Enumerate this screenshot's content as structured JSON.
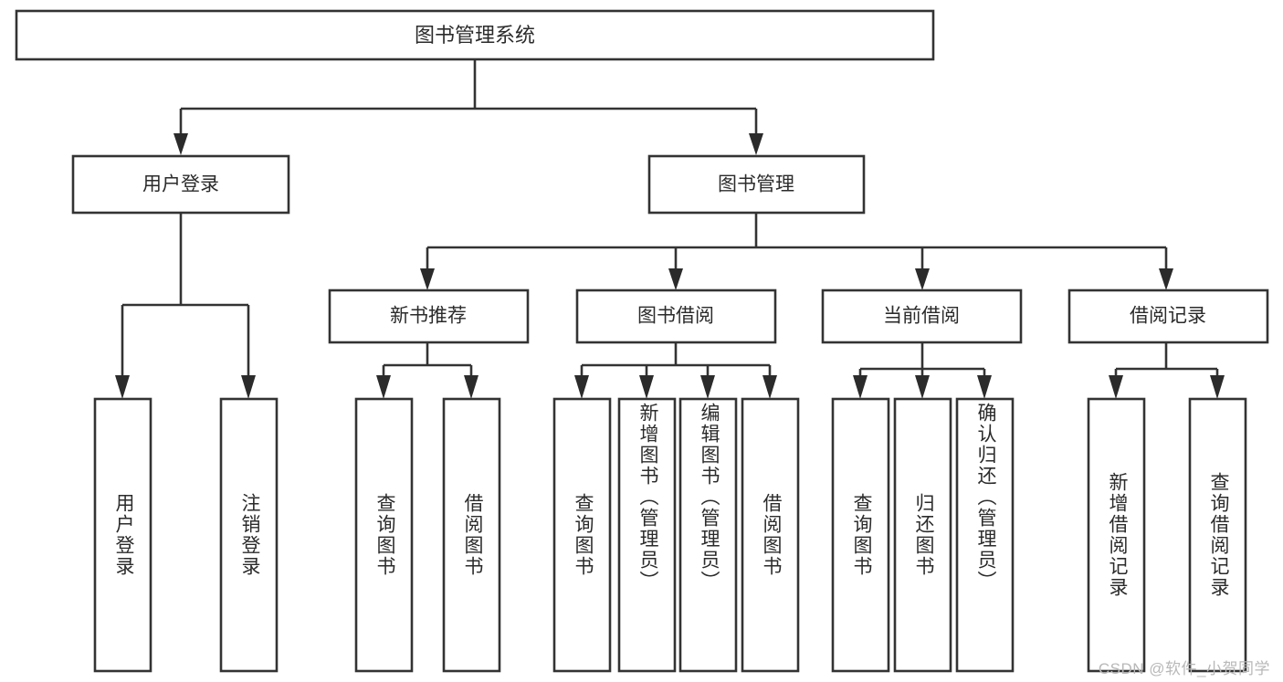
{
  "diagram": {
    "title": "图书管理系统",
    "type": "tree",
    "orientation": "top-down",
    "colors": {
      "box_stroke": "#333333",
      "box_fill": "#ffffff",
      "text": "#2b2b2b",
      "background": "#ffffff",
      "watermark": "#b8b8b8"
    },
    "root": {
      "label": "图书管理系统"
    },
    "level2": [
      {
        "label": "用户登录"
      },
      {
        "label": "图书管理"
      }
    ],
    "level3": [
      {
        "label": "新书推荐"
      },
      {
        "label": "图书借阅"
      },
      {
        "label": "当前借阅"
      },
      {
        "label": "借阅记录"
      }
    ],
    "leaves": {
      "user_login": [
        {
          "label": "用户登录"
        },
        {
          "label": "注销登录"
        }
      ],
      "new_book_recommend": [
        {
          "label": "查询图书"
        },
        {
          "label": "借阅图书"
        }
      ],
      "book_borrow": [
        {
          "label": "查询图书"
        },
        {
          "label": "新增图书（管理员）"
        },
        {
          "label": "编辑图书（管理员）"
        },
        {
          "label": "借阅图书"
        }
      ],
      "current_borrow": [
        {
          "label": "查询图书"
        },
        {
          "label": "归还图书"
        },
        {
          "label": "确认归还（管理员）"
        }
      ],
      "borrow_record": [
        {
          "label": "新增借阅记录"
        },
        {
          "label": "查询借阅记录"
        }
      ]
    }
  },
  "watermark": {
    "text": "CSDN @软件_小贺同学"
  }
}
